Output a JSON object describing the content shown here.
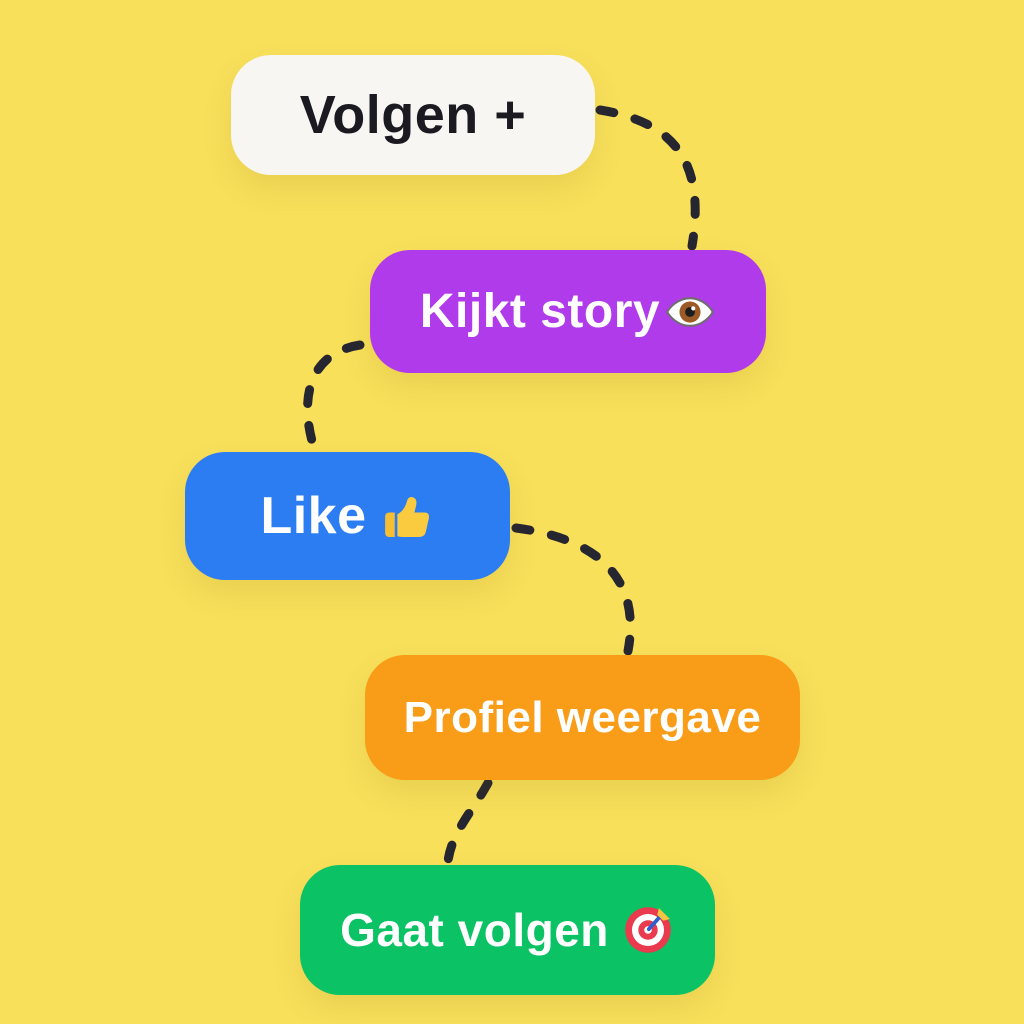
{
  "canvas": {
    "background_color": "#F8E05B",
    "connector_color": "#262631"
  },
  "flow": {
    "nodes": [
      {
        "id": "volgen",
        "label": "Volgen +",
        "bg": "#F7F6F3",
        "text_color": "#1A1A20",
        "icon": null
      },
      {
        "id": "kijkt-story",
        "label": "Kijkt story",
        "bg": "#AF3BEB",
        "text_color": "#FFFFFF",
        "icon": "eye-icon"
      },
      {
        "id": "like",
        "label": "Like",
        "bg": "#2D7DF2",
        "text_color": "#FFFFFF",
        "icon": "thumbs-up-icon"
      },
      {
        "id": "profiel-weergave",
        "label": "Profiel weergave",
        "bg": "#F99C17",
        "text_color": "#FFFFFF",
        "icon": null
      },
      {
        "id": "gaat-volgen",
        "label": "Gaat volgen",
        "bg": "#0BC264",
        "text_color": "#FFFFFF",
        "icon": "target-icon"
      }
    ],
    "connectors": [
      {
        "from": "volgen",
        "to": "kijkt-story"
      },
      {
        "from": "kijkt-story",
        "to": "like"
      },
      {
        "from": "like",
        "to": "profiel-weergave"
      },
      {
        "from": "profiel-weergave",
        "to": "gaat-volgen"
      }
    ]
  }
}
